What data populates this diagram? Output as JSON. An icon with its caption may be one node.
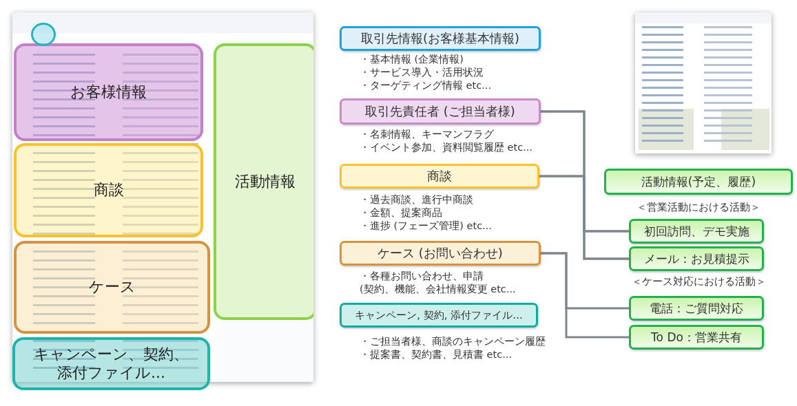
{
  "diagram": {
    "nodes": [
      {
        "text": [],
        "shape": "picture"
      },
      {
        "text": [
          "お客様情報"
        ],
        "in": 0
      },
      {
        "text": [
          "商談"
        ],
        "in": 0
      },
      {
        "text": [
          "ケース"
        ],
        "in": 0
      },
      {
        "text": [
          "キャンペーン、契約、添付ファイル..."
        ]
      },
      {
        "text": [
          "活動情報"
        ],
        "in": 0
      },
      {
        "text": [
          "取引先情報(お客様基本情報)"
        ],
        "beside": [
          "・基本情報 (企業情報)",
          "・サービス導入・活用状況",
          "・ターゲティング情報 etc..."
        ]
      },
      {
        "text": [
          "取引先責任者 (ご担当者様)"
        ],
        "beside": [
          "・名刺情報、キーマンフラグ",
          "・イベント参加、資料閲覧履歴 etc..."
        ]
      },
      {
        "text": [
          "商談"
        ],
        "beside": [
          "・過去商談、進行中商談",
          "・金額、提案商品",
          "・進捗 (フェーズ管理) etc..."
        ]
      },
      {
        "text": [
          "ケース (お問い合わせ)"
        ],
        "beside": [
          "・各種お問い合わせ、申請",
          "(契約、機能、会社情報変更 etc..."
        ]
      },
      {
        "text": [
          "キャンペーン, 契約, 添付ファイル..."
        ],
        "beside": [
          "・ご担当者様、商談のキャンペーン履歴",
          "・提案書、契約書、見積書 etc..."
        ]
      },
      {
        "text": [],
        "shape": "picture"
      },
      {
        "text": [
          "活動情報(予定、履歴)"
        ]
      },
      {
        "text": [
          "初回訪問、デモ実施"
        ]
      },
      {
        "text": [
          "メール：お見積提示"
        ]
      },
      {
        "text": [
          "電話：ご質問対応"
        ]
      },
      {
        "text": [
          "To Do：営業共有"
        ]
      }
    ],
    "edges": [
      {
        "from": 7,
        "to": 13,
        "arrow": "none"
      },
      {
        "from": 7,
        "to": 14,
        "arrow": "none"
      },
      {
        "from": 8,
        "to": 13,
        "arrow": "none"
      },
      {
        "from": 8,
        "to": 14,
        "arrow": "none"
      },
      {
        "from": 9,
        "to": 15,
        "arrow": "none"
      },
      {
        "from": 9,
        "to": 16,
        "arrow": "none"
      }
    ],
    "labels": [
      "＜営業活動における活動＞",
      "＜ケース対応における活動＞"
    ]
  }
}
